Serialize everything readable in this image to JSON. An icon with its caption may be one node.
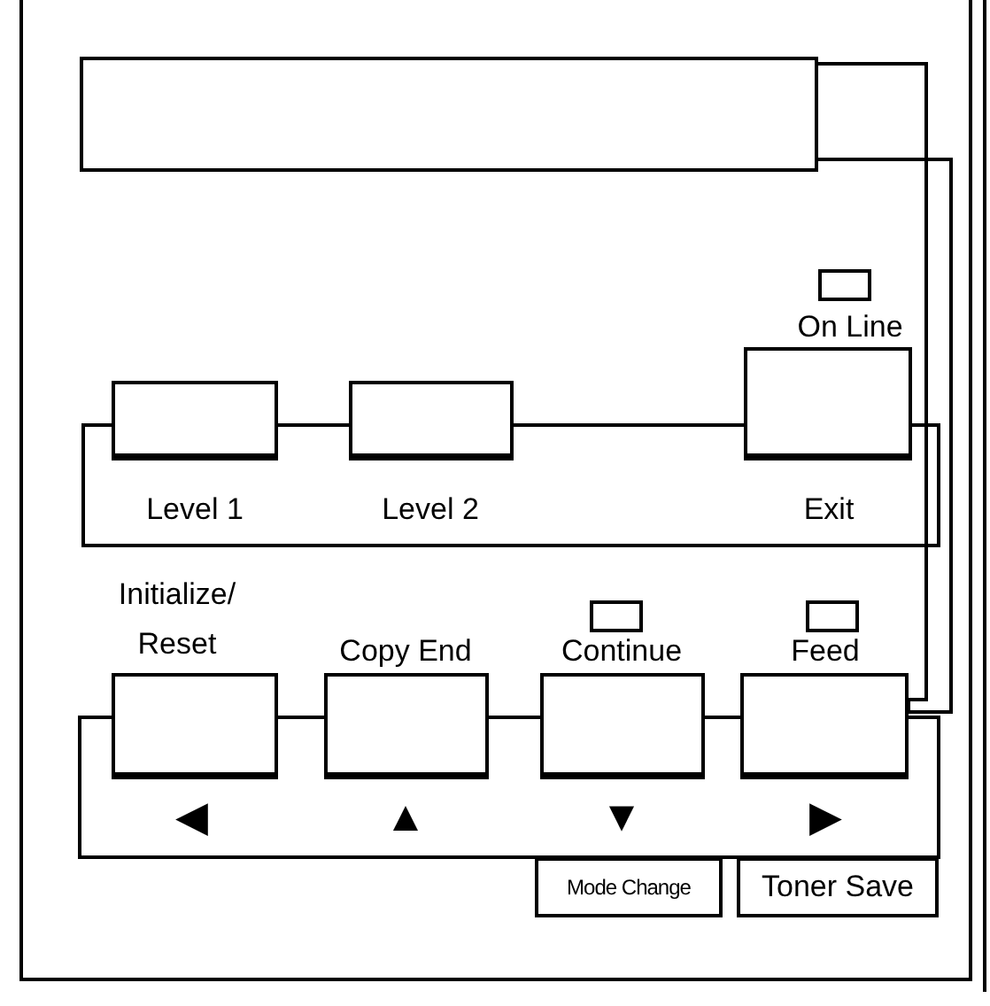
{
  "diagram": {
    "nodes": [
      {
        "text": [],
        "shape": "box"
      },
      {
        "text": [],
        "shape": "box"
      },
      {
        "text": [
          "On Line",
          "Exit"
        ]
      },
      {
        "text": [
          "Level 1"
        ]
      },
      {
        "text": [
          "Level 2"
        ]
      },
      {
        "text": [
          "Initialize/ Reset",
          "◀"
        ]
      },
      {
        "text": [],
        "shape": "box"
      },
      {
        "text": [],
        "shape": "box"
      },
      {
        "text": [
          "Copy End",
          "▲"
        ]
      },
      {
        "text": [
          "Continue",
          "▼"
        ]
      },
      {
        "text": [
          "Feed",
          "▶"
        ]
      },
      {
        "text": [
          "Mode Change"
        ]
      },
      {
        "text": [
          "Toner Save"
        ]
      }
    ],
    "edges": [
      {
        "from": 0,
        "to": 10,
        "arrow": "none"
      }
    ]
  }
}
